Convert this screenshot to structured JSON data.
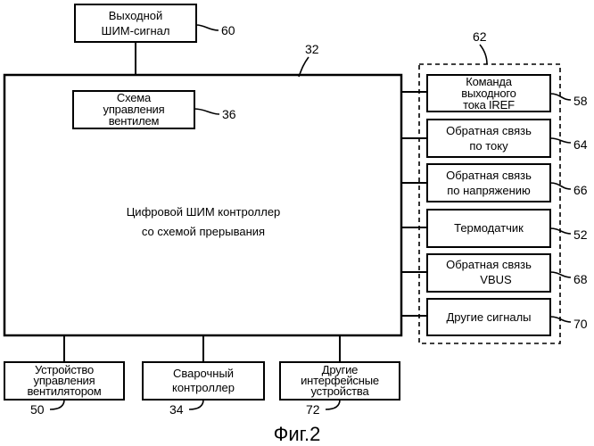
{
  "blocks": {
    "pwm_output": {
      "line1": "Выходной",
      "line2": "ШИМ-сигнал",
      "ref": "60"
    },
    "controller": {
      "line1": "Цифровой ШИМ контроллер",
      "line2": "со схемой прерывания",
      "ref": "32"
    },
    "valve_circuit": {
      "line1": "Схема",
      "line2": "управления",
      "line3": "вентилем",
      "ref": "36"
    },
    "input_group": {
      "ref": "62"
    },
    "iref_command": {
      "line1": "Команда",
      "line2": "выходного",
      "line3": "тока IREF",
      "ref": "58"
    },
    "current_feedback": {
      "line1": "Обратная связь",
      "line2": "по току",
      "ref": "64"
    },
    "voltage_feedback": {
      "line1": "Обратная связь",
      "line2": "по напряжению",
      "ref": "66"
    },
    "thermo_sensor": {
      "line1": "Термодатчик",
      "ref": "52"
    },
    "vbus_feedback": {
      "line1": "Обратная связь",
      "line2": "VBUS",
      "ref": "68"
    },
    "other_signals": {
      "line1": "Другие сигналы",
      "ref": "70"
    },
    "fan_control": {
      "line1": "Устройство",
      "line2": "управления",
      "line3": "вентилятором",
      "ref": "50"
    },
    "welding_controller": {
      "line1": "Сварочный",
      "line2": "контроллер",
      "ref": "34"
    },
    "other_interfaces": {
      "line1": "Другие",
      "line2": "интерфейсные",
      "line3": "устройства",
      "ref": "72"
    }
  },
  "caption": "Фиг.2"
}
